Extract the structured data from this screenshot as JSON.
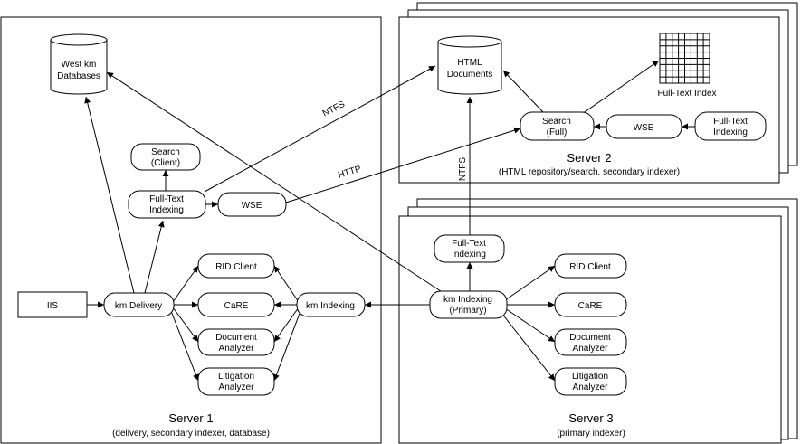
{
  "server1": {
    "title": "Server 1",
    "subtitle": "(delivery, secondary indexer, database)"
  },
  "server2": {
    "title": "Server 2",
    "subtitle": "(HTML repository/search, secondary indexer)"
  },
  "server3": {
    "title": "Server 3",
    "subtitle": "(primary indexer)"
  },
  "nodes": {
    "west_km_db": [
      "West km",
      "Databases"
    ],
    "search_client": [
      "Search",
      "(Client)"
    ],
    "fulltext_indexing_s1": [
      "Full-Text",
      "Indexing"
    ],
    "wse_s1": [
      "WSE"
    ],
    "iis": [
      "IIS"
    ],
    "km_delivery": [
      "km Delivery"
    ],
    "rid_client_s1": [
      "RID Client"
    ],
    "care_s1": [
      "CaRE"
    ],
    "doc_analyzer_s1": [
      "Document",
      "Analyzer"
    ],
    "lit_analyzer_s1": [
      "Litigation",
      "Analyzer"
    ],
    "km_indexing_s1": [
      "km Indexing"
    ],
    "html_documents": [
      "HTML",
      "Documents"
    ],
    "fulltext_index": [
      "Full-Text Index"
    ],
    "search_full": [
      "Search",
      "(Full)"
    ],
    "wse_s2": [
      "WSE"
    ],
    "fulltext_indexing_s2": [
      "Full-Text",
      "Indexing"
    ],
    "fulltext_indexing_s3": [
      "Full-Text",
      "Indexing"
    ],
    "km_indexing_primary": [
      "km Indexing",
      "(Primary)"
    ],
    "rid_client_s3": [
      "RID Client"
    ],
    "care_s3": [
      "CaRE"
    ],
    "doc_analyzer_s3": [
      "Document",
      "Analyzer"
    ],
    "lit_analyzer_s3": [
      "Litigation",
      "Analyzer"
    ]
  },
  "connection_labels": {
    "ntfs_top": "NTFS",
    "http": "HTTP",
    "ntfs_vertical": "NTFS"
  }
}
